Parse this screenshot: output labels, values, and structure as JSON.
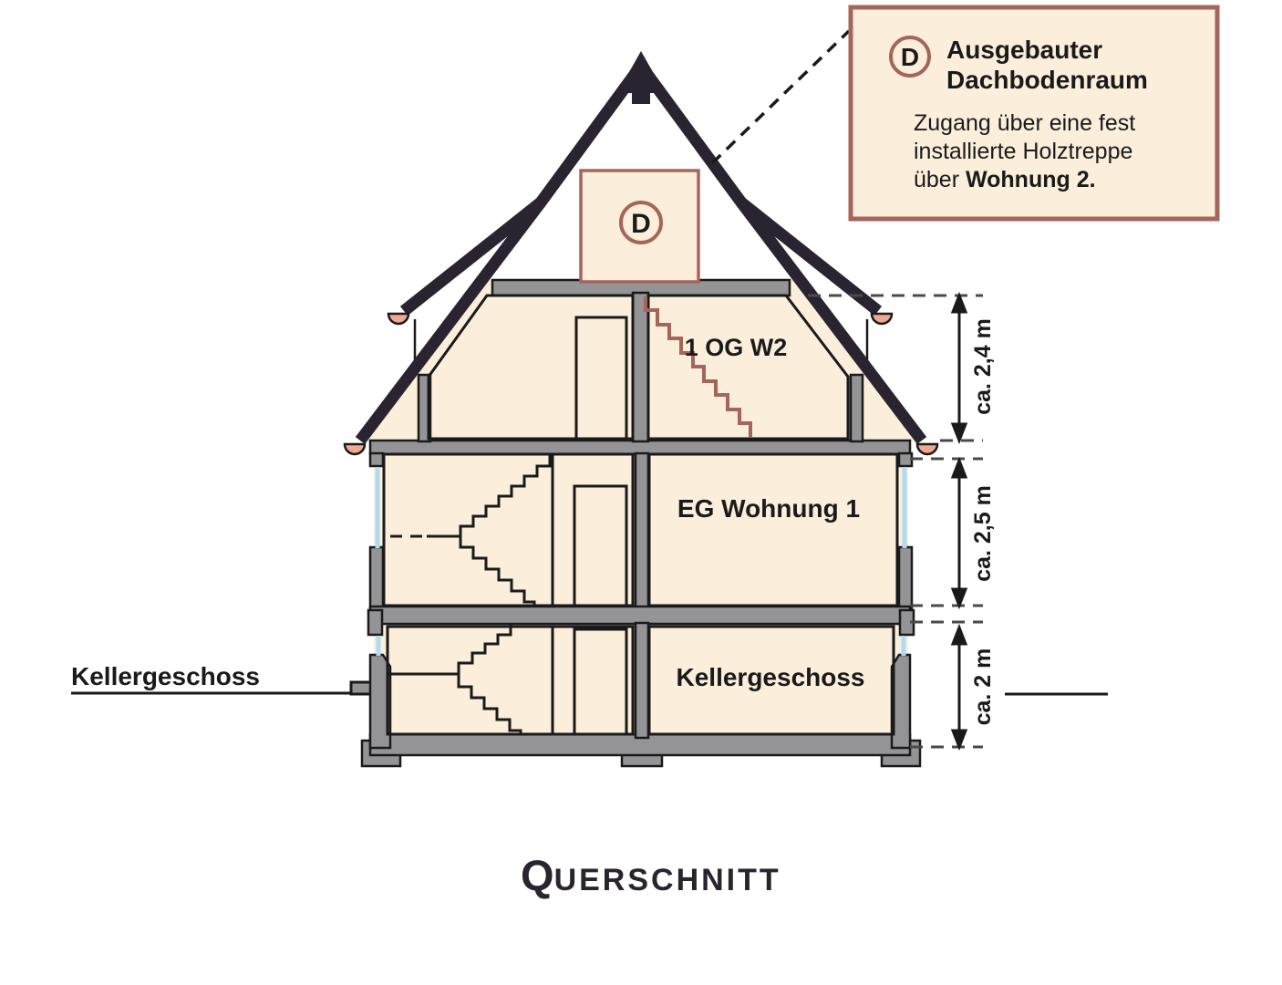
{
  "colors": {
    "background": "#ffffff",
    "cream": "#FBEEDA",
    "accent": "#A5655C",
    "roof": "#2A2431",
    "wall_gray": "#949497",
    "outline": "#1A1A1A",
    "gutter": "#F2A791",
    "window_blue": "#AFDCF2",
    "dash_gray": "#4A4A4A"
  },
  "callout": {
    "badge": "D",
    "title_lines": [
      "Ausgebauter",
      "Dachbodenraum"
    ],
    "body_lines": [
      "Zugang über eine fest",
      "installierte Holztreppe"
    ],
    "body_line3_normal": "über ",
    "body_line3_bold": "Wohnung 2."
  },
  "attic": {
    "badge": "D"
  },
  "floors": {
    "og_label": "1 OG W2",
    "eg_label": "EG Wohnung 1",
    "keller_label": "Kellergeschoss"
  },
  "exterior": {
    "left_ground_label": "Kellergeschoss"
  },
  "dimensions": {
    "og": "ca. 2,4 m",
    "eg": "ca. 2,5 m",
    "keller": "ca. 2 m"
  },
  "title": {
    "initial": "Q",
    "rest": "UERSCHNITT"
  }
}
